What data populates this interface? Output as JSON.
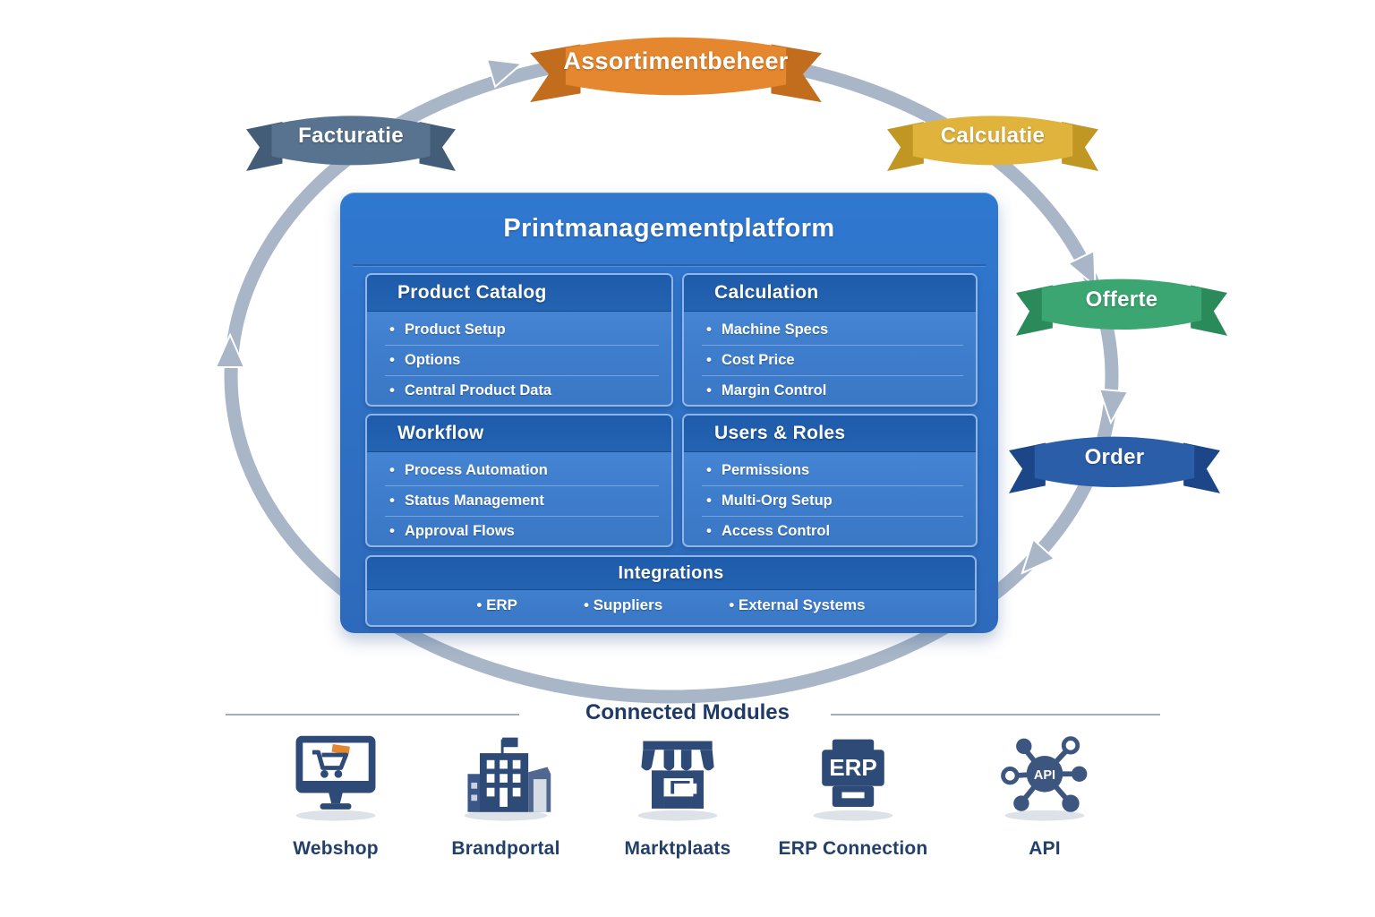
{
  "flow": {
    "arrow_color": "#a8b6c8"
  },
  "ribbons": [
    {
      "id": "assortimentbeheer",
      "label": "Assortimentbeheer",
      "color": "#e5872f",
      "shade": "#c26c1d"
    },
    {
      "id": "facturatie",
      "label": "Facturatie",
      "color": "#58738f",
      "shade": "#435d78"
    },
    {
      "id": "calculatie",
      "label": "Calculatie",
      "color": "#e0b33c",
      "shade": "#c09722"
    },
    {
      "id": "offerte",
      "label": "Offerte",
      "color": "#3ba672",
      "shade": "#2b8a5a"
    },
    {
      "id": "order",
      "label": "Order",
      "color": "#2b5ea9",
      "shade": "#1c4687"
    }
  ],
  "platform": {
    "title": "Printmanagementplatform",
    "modules": [
      {
        "title": "Product Catalog",
        "items": [
          "Product Setup",
          "Options",
          "Central Product Data"
        ]
      },
      {
        "title": "Calculation",
        "items": [
          "Machine Specs",
          "Cost Price",
          "Margin Control"
        ]
      },
      {
        "title": "Workflow",
        "items": [
          "Process Automation",
          "Status Management",
          "Approval Flows"
        ]
      },
      {
        "title": "Users & Roles",
        "items": [
          "Permissions",
          "Multi-Org Setup",
          "Access Control"
        ]
      }
    ],
    "integrations": {
      "title": "Integrations",
      "items": [
        "ERP",
        "Suppliers",
        "External Systems"
      ]
    }
  },
  "connected": {
    "title": "Connected Modules",
    "modules": [
      {
        "label": "Webshop"
      },
      {
        "label": "Brandportal"
      },
      {
        "label": "Marktplaats"
      },
      {
        "label": "ERP Connection"
      },
      {
        "label": "API"
      }
    ],
    "erp_icon_text": "ERP",
    "api_icon_text": "API"
  }
}
